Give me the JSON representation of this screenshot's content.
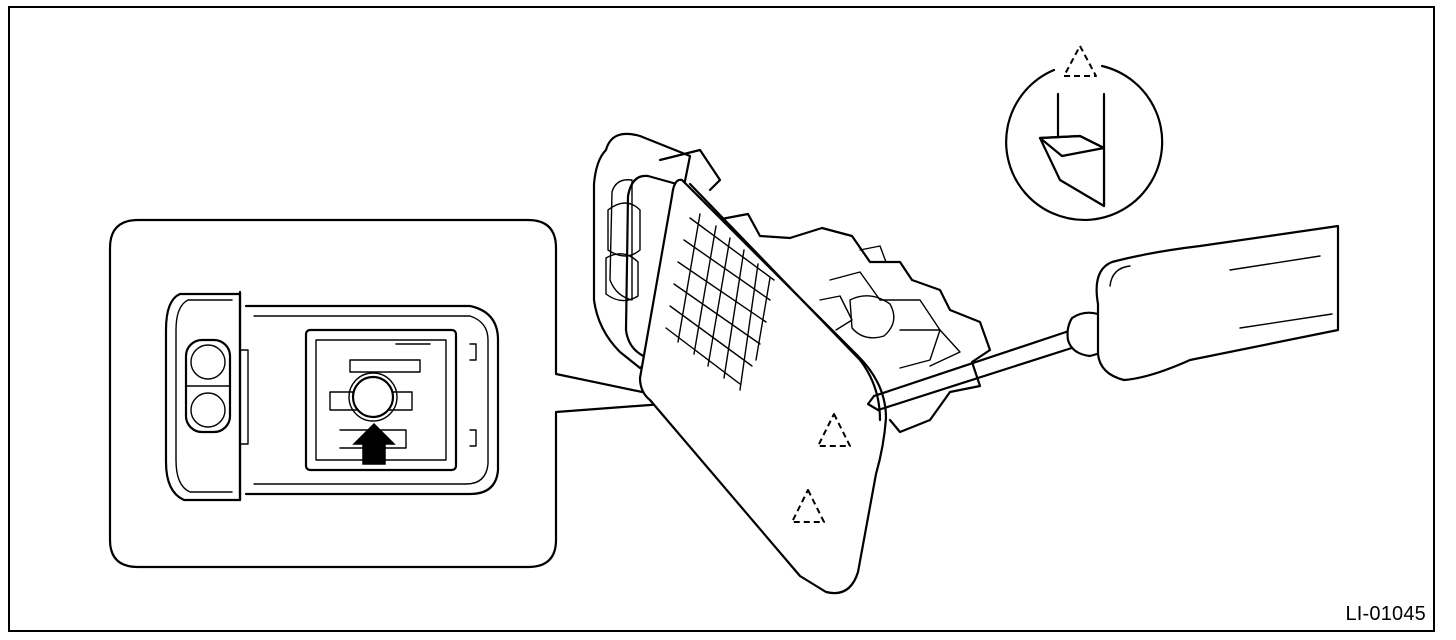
{
  "figure": {
    "label": "LI-01045",
    "colors": {
      "line": "#000000",
      "background": "#ffffff"
    }
  },
  "parts": {
    "inset_view": "room-light-detail-inset",
    "lamp_assembly": "room-light-lens-removal",
    "tool": "flat-screwdriver",
    "clip_detail": "clip-detail-circle",
    "markers": [
      "dashed-triangle-clip-marker",
      "dashed-triangle-clip-marker",
      "dashed-triangle-clip-marker"
    ],
    "arrow": "push-direction-arrow"
  }
}
